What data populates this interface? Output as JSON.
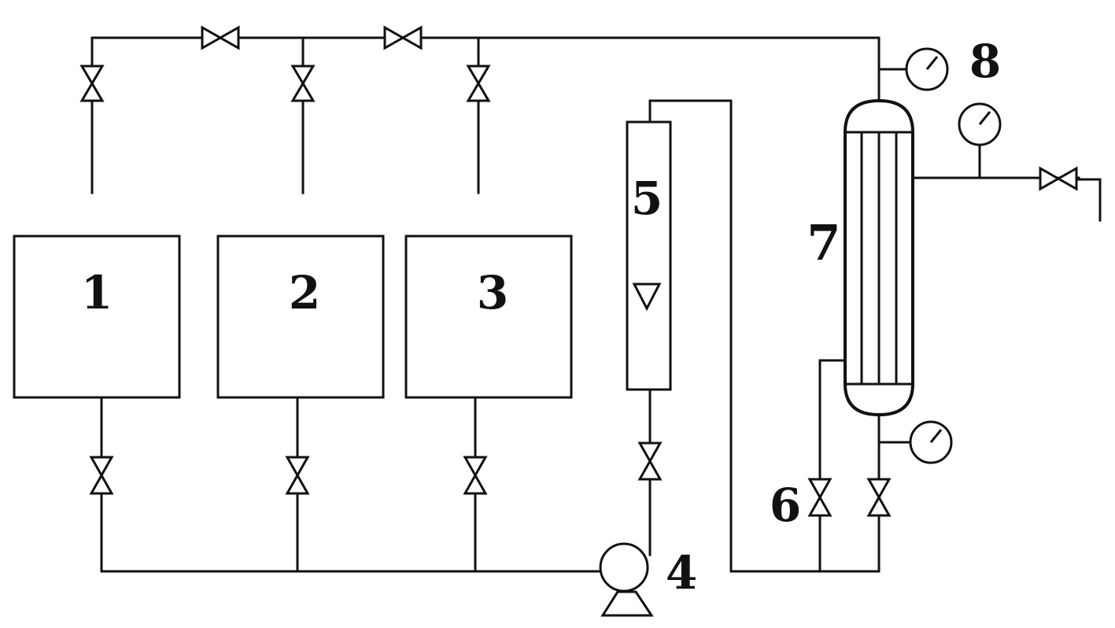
{
  "diagram": {
    "components": [
      {
        "id": "tank-1",
        "label": "1"
      },
      {
        "id": "tank-2",
        "label": "2"
      },
      {
        "id": "tank-3",
        "label": "3"
      },
      {
        "id": "pump",
        "label": "4"
      },
      {
        "id": "flowmeter",
        "label": "5"
      },
      {
        "id": "bypass-valve",
        "label": "6"
      },
      {
        "id": "membrane-module",
        "label": "7"
      },
      {
        "id": "pressure-gauge-top",
        "label": "8"
      }
    ]
  }
}
